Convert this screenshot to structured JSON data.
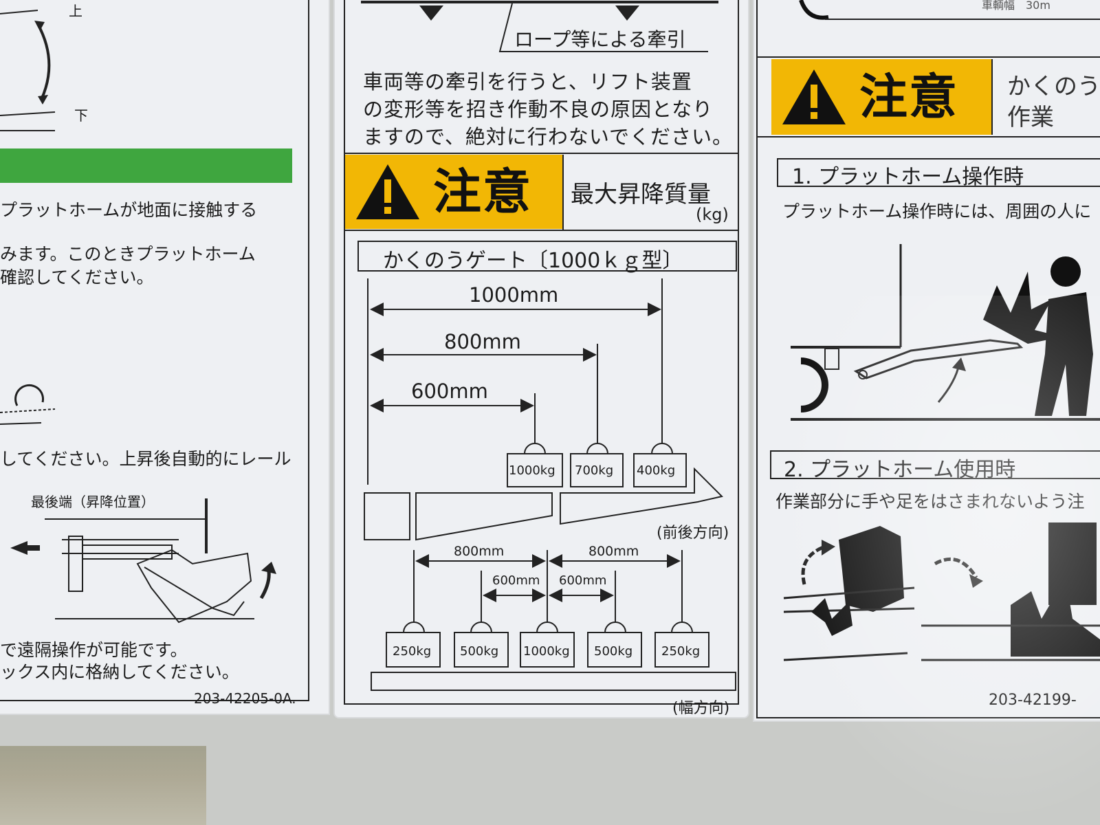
{
  "left_panel": {
    "up_label": "上",
    "down_label": "下",
    "line1": "プラットホームが地面に接触する",
    "line2": "みます。このときプラットホーム",
    "line3": "確認してください。",
    "line4": "してください。上昇後自動的にレール",
    "rear_end_label": "最後端（昇降位置）",
    "line5": "で遠隔操作が可能です。",
    "line6": "ックス内に格納してください。",
    "part_no": "203-42205-0A."
  },
  "center_panel": {
    "tow_label": "ロープ等による牽引",
    "warn_line1": "車両等の牽引を行うと、リフト装置",
    "warn_line2": "の変形等を招き作動不良の原因となり",
    "warn_line3": "ますので、絶対に行わないでください。",
    "caution_word": "注意",
    "max_load_title": "最大昇降質量",
    "max_load_unit": "(kg)",
    "model_title": "かくのうゲート〔1000ｋｇ型〕",
    "fb": {
      "dim_1000": "1000mm",
      "dim_800": "800mm",
      "dim_600": "600mm",
      "w_1000": "1000kg",
      "w_700": "700kg",
      "w_400": "400kg",
      "direction": "(前後方向)"
    },
    "width": {
      "dim_800_left": "800mm",
      "dim_800_right": "800mm",
      "dim_600_left": "600mm",
      "dim_600_right": "600mm",
      "w1": "250kg",
      "w2": "500kg",
      "w3": "1000kg",
      "w4": "500kg",
      "w5": "250kg",
      "direction": "(幅方向)"
    }
  },
  "right_panel": {
    "caution_word": "注意",
    "caution_side1": "かくのう",
    "caution_side2": "作業",
    "section1": "1. プラットホーム操作時",
    "section1_text": "プラットホーム操作時には、周囲の人に",
    "section2": "2. プラットホーム使用時",
    "section2_text": "作業部分に手や足をはさまれないよう注",
    "part_no": "203-42199-",
    "top_right_fragment": "車輌幅　30m"
  },
  "colors": {
    "caution_yellow": "#f2b705",
    "label_green": "#3fa63f",
    "sticker_white": "#eef0f3",
    "ink": "#1a1a1a"
  }
}
